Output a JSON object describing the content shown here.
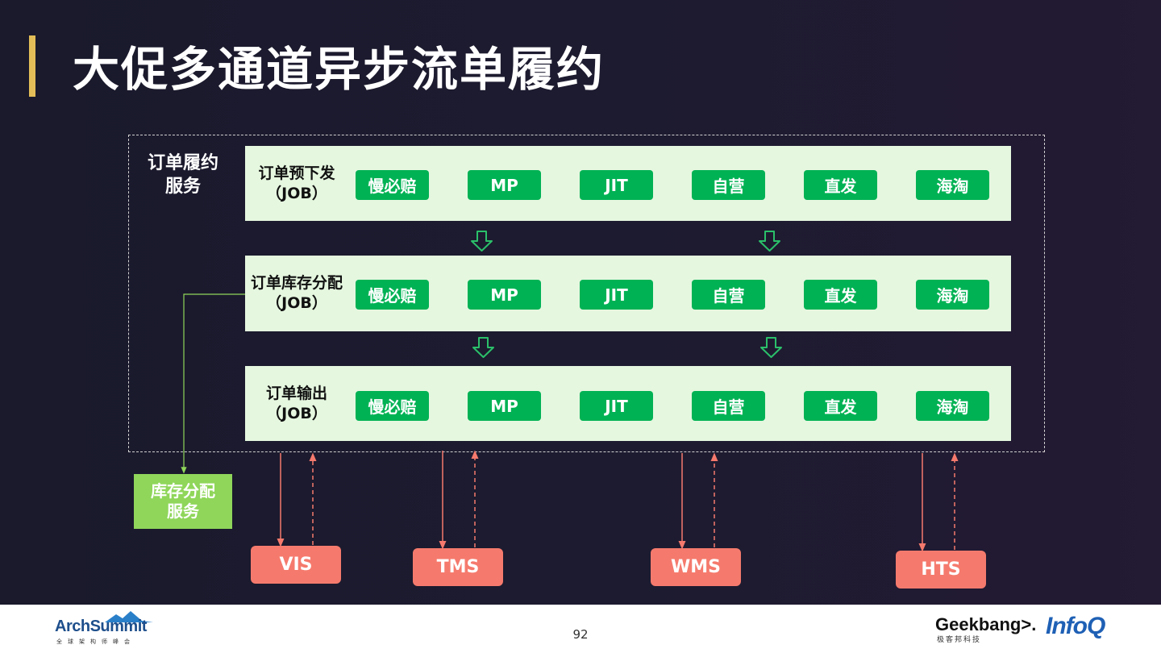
{
  "title": "大促多通道异步流单履约",
  "service": {
    "label_line1": "订单履约",
    "label_line2": "服务"
  },
  "stages": [
    {
      "label_line1": "订单预下发",
      "label_line2": "（JOB）"
    },
    {
      "label_line1": "订单库存分配",
      "label_line2": "（JOB）"
    },
    {
      "label_line1": "订单输出",
      "label_line2": "（JOB）"
    }
  ],
  "channels": [
    "慢必赔",
    "MP",
    "JIT",
    "自营",
    "直发",
    "海淘"
  ],
  "inventory_service": {
    "label_line1": "库存分配",
    "label_line2": "服务"
  },
  "systems": [
    "VIS",
    "TMS",
    "WMS",
    "HTS"
  ],
  "colors": {
    "accent": "#e3bd57",
    "chip": "#00b254",
    "stage_bg": "#e5f7df",
    "inventory": "#8fd65a",
    "system": "#f57a6d",
    "arrow": "#2bc06a",
    "connector": "#f57a6d"
  },
  "footer": {
    "page_number": "92",
    "logo_left": {
      "name": "ArchSummit",
      "subtitle": "全球架构师峰会"
    },
    "logo_right": [
      {
        "name": "Geekbang>.",
        "subtitle": "极客邦科技"
      },
      {
        "name": "InfoQ"
      }
    ]
  }
}
